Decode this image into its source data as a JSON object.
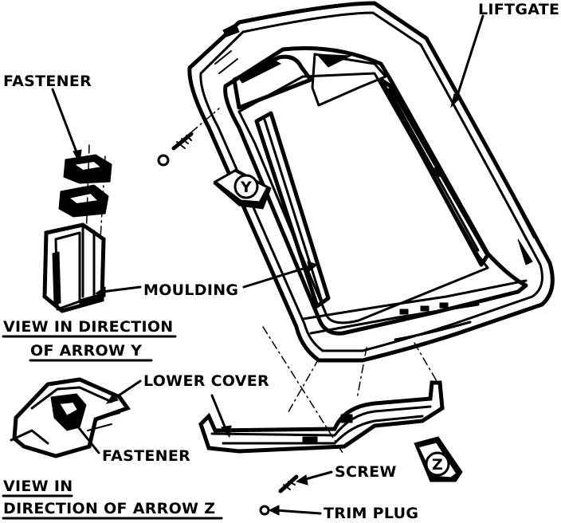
{
  "labels": {
    "liftgate": "LIFTGATE",
    "fastener_top": "FASTENER",
    "moulding": "MOULDING",
    "view_y_line1": "VIEW IN DIRECTION",
    "view_y_line2": "OF ARROW Y",
    "lower_cover": "LOWER COVER",
    "fastener_bottom": "FASTENER",
    "view_z_line1": "VIEW IN",
    "view_z_line2": "DIRECTION OF ARROW Z",
    "screw": "SCREW",
    "trim_plug": "TRIM PLUG"
  },
  "arrow_markers": {
    "y": "Y",
    "z": "Z"
  }
}
